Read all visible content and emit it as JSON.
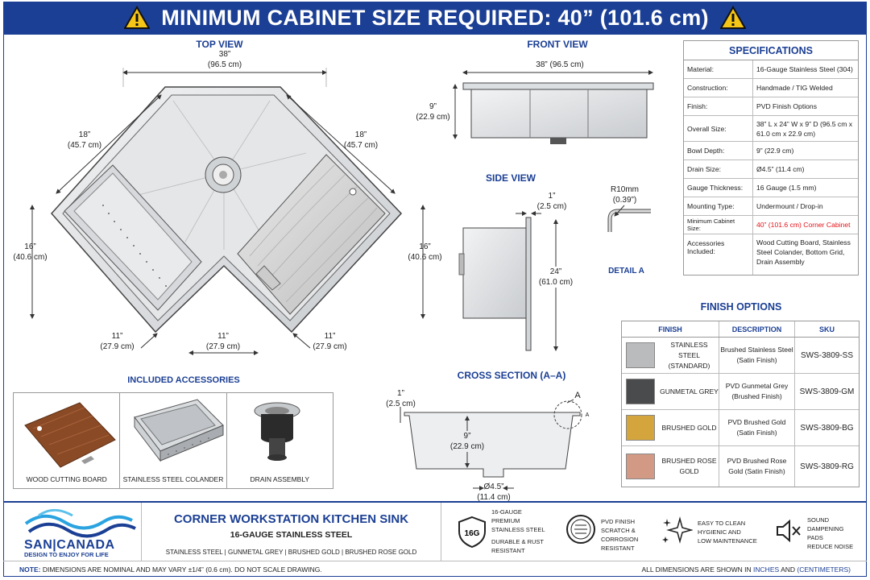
{
  "banner": {
    "title": "MINIMUM CABINET SIZE REQUIRED: 40” (101.6 cm)"
  },
  "views": {
    "top": {
      "title": "TOP VIEW",
      "width": "38”",
      "width_cm": "(96.5 cm)",
      "side_left": "18”",
      "side_left_cm": "(45.7 cm)",
      "side_right": "18”",
      "side_right_cm": "(45.7 cm)",
      "depth_left": "16”",
      "depth_left_cm": "(40.6 cm)",
      "depth_right": "16”",
      "depth_right_cm": "(40.6 cm)",
      "bottom_left": "11”",
      "bottom_left_cm": "(27.9 cm)",
      "bottom_mid": "11”",
      "bottom_mid_cm": "(27.9 cm)",
      "bottom_right": "11”",
      "bottom_right_cm": "(27.9 cm)"
    },
    "front": {
      "title": "FRONT VIEW",
      "width": "38” (96.5 cm)",
      "height": "9”",
      "height_cm": "(22.9 cm)"
    },
    "side": {
      "title": "SIDE VIEW",
      "flange": "1”",
      "flange_cm": "(2.5 cm)",
      "depth": "24”",
      "depth_cm": "(61.0 cm)"
    },
    "detail": {
      "radius": "R10mm",
      "radius_in": "(0.39”)",
      "label": "DETAIL A"
    },
    "cross": {
      "title": "CROSS SECTION  (A–A)",
      "flange": "1”",
      "flange_cm": "(2.5 cm)",
      "depth": "9”",
      "depth_cm": "(22.9 cm)",
      "drain": "Ø4.5”",
      "drain_cm": "(11.4 cm)",
      "marker": "A",
      "marker_small": "A"
    }
  },
  "specs": {
    "title": "SPECIFICATIONS",
    "rows": [
      {
        "k": "Material:",
        "v": "16-Gauge Stainless Steel (304)"
      },
      {
        "k": "Construction:",
        "v": "Handmade / TIG Welded"
      },
      {
        "k": "Finish:",
        "v": "PVD Finish Options"
      },
      {
        "k": "Overall Size:",
        "v": "38” L x 24” W x 9” D (96.5 cm x 61.0 cm x 22.9 cm)"
      },
      {
        "k": "Bowl Depth:",
        "v": "9” (22.9 cm)"
      },
      {
        "k": "Drain Size:",
        "v": "Ø4.5” (11.4 cm)"
      },
      {
        "k": "Gauge Thickness:",
        "v": "16 Gauge (1.5 mm)"
      },
      {
        "k": "Mounting Type:",
        "v": "Undermount / Drop-in"
      },
      {
        "k": "Minimum Cabinet Size:",
        "v": "40” (101.6 cm) Corner Cabinet"
      },
      {
        "k": "Accessories Included:",
        "v": "Wood Cutting Board, Stainless Steel Colander, Bottom Grid, Drain Assembly"
      }
    ]
  },
  "finishes": {
    "title": "FINISH OPTIONS",
    "headers": [
      "FINISH",
      "DESCRIPTION",
      "SKU"
    ],
    "rows": [
      {
        "name": "STAINLESS STEEL (STANDARD)",
        "desc": "Brushed Stainless Steel (Satin Finish)",
        "sku": "SWS-3809-SS",
        "color": "#b9bbbd"
      },
      {
        "name": "GUNMETAL GREY",
        "desc": "PVD Gunmetal Grey (Brushed Finish)",
        "sku": "SWS-3809-GM",
        "color": "#4a4b4d"
      },
      {
        "name": "BRUSHED GOLD",
        "desc": "PVD Brushed Gold (Satin Finish)",
        "sku": "SWS-3809-BG",
        "color": "#d4a53c"
      },
      {
        "name": "BRUSHED ROSE GOLD",
        "desc": "PVD Brushed Rose Gold (Satin Finish)",
        "sku": "SWS-3809-RG",
        "color": "#d29a84"
      }
    ]
  },
  "accessories": {
    "title": "INCLUDED ACCESSORIES",
    "items": [
      "WOOD CUTTING BOARD",
      "STAINLESS STEEL COLANDER",
      "DRAIN ASSEMBLY"
    ]
  },
  "footer": {
    "brand": "SAN|CANADA",
    "tagline": "DESIGN TO ENJOY FOR LIFE",
    "product_title": "CORNER WORKSTATION KITCHEN SINK",
    "product_sub": "16-GAUGE STAINLESS STEEL",
    "finish_list": "STAINLESS STEEL  |  GUNMETAL GREY  |  BRUSHED GOLD  |  BRUSHED ROSE GOLD",
    "badge": "16G",
    "features": [
      {
        "l1": "16-GAUGE",
        "l2": "PREMIUM",
        "l3": "STAINLESS STEEL",
        "l4": "DURABLE & RUST",
        "l5": "RESISTANT"
      },
      {
        "l1": "PVD FINISH",
        "l2": "SCRATCH &",
        "l3": "CORROSION",
        "l4": "RESISTANT"
      },
      {
        "l1": "EASY TO CLEAN",
        "l2": "HYGIENIC AND",
        "l3": "LOW MAINTENANCE"
      },
      {
        "l1": "SOUND",
        "l2": "DAMPENING",
        "l3": "PADS",
        "l4": "REDUCE NOISE"
      }
    ]
  },
  "note": {
    "label": "NOTE:",
    "text": "DIMENSIONS ARE NOMINAL AND MAY VARY ±1/4” (0.6 cm). DO NOT SCALE DRAWING.",
    "units_prefix": "ALL DIMENSIONS ARE SHOWN IN",
    "units_in": "INCHES",
    "units_and": "AND",
    "units_cm": "(CENTIMETERS)"
  }
}
